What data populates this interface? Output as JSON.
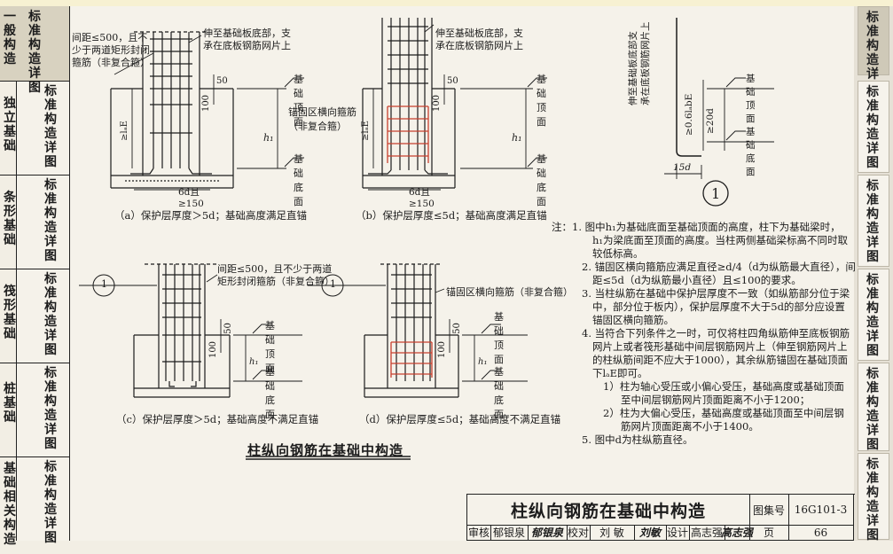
{
  "left_tabs": [
    {
      "category": "一般构造",
      "label": "标准构造详图",
      "active": true
    },
    {
      "category": "独立基础",
      "label": "标准构造详图"
    },
    {
      "category": "条形基础",
      "label": "标准构造详图"
    },
    {
      "category": "筏形基础",
      "label": "标准构造详图"
    },
    {
      "category": "桩基础",
      "label": "标准构造详图"
    },
    {
      "category": "基础相关构造",
      "label": "标准构造详图"
    }
  ],
  "right_tabs": [
    "标准构造详图",
    "标准构造详图",
    "标准构造详图",
    "标准构造详图",
    "标准构造详图",
    "标准构造详图"
  ],
  "detail_a": {
    "note_spacing": [
      "间距≤500，且不",
      "少于两道矩形封闭",
      "箍筋（非复合箍）"
    ],
    "note_extend": [
      "伸至基础板底部，支",
      "承在底板钢筋网片上"
    ],
    "top_label": "基础顶面",
    "bottom_label": "基础底面",
    "dim_50": "50",
    "dim_100": "100",
    "anchor": "≥lₐE",
    "h_label": "h₁",
    "bend_dim": "6d且≥150",
    "caption": "（a）保护层厚度＞5d；基础高度满足直锚"
  },
  "detail_b": {
    "note_extend": [
      "伸至基础板底部，支",
      "承在底板钢筋网片上"
    ],
    "note_anchor": [
      "锚固区横向箍筋",
      "（非复合箍）"
    ],
    "top_label": "基础顶面",
    "bottom_label": "基础底面",
    "dim_50": "50",
    "dim_100": "100",
    "anchor": "≥lₐE",
    "h_label": "h₁",
    "bend_dim": "6d且≥150",
    "caption": "（b）保护层厚度≤5d；基础高度满足直锚"
  },
  "detail_c": {
    "note_spacing": [
      "间距≤500，且不少于两道",
      "矩形封闭箍筋（非复合箍）"
    ],
    "section_mark": "1",
    "top_label": "基础顶面",
    "bottom_label": "基础底面",
    "dim_50": "50",
    "dim_100": "100",
    "h_label": "h₁",
    "caption": "（c）保护层厚度＞5d；基础高度不满足直锚"
  },
  "detail_d": {
    "note_anchor": "锚固区横向箍筋（非复合箍）",
    "section_mark": "1",
    "top_label": "基础顶面",
    "bottom_label": "基础底面",
    "dim_50": "50",
    "dim_100": "100",
    "h_label": "h₁",
    "caption": "（d）保护层厚度≤5d；基础高度不满足直锚"
  },
  "detail_1": {
    "vertical_note": [
      "伸至基础板底部支",
      "承在底板钢筋网片上"
    ],
    "dim_06": "≥0.6lₐbE",
    "dim_20d": "≥20d",
    "bend": "15d",
    "top_label": "基础顶面",
    "bottom_label": "基础底面",
    "circle": "1"
  },
  "main_title": "柱纵向钢筋在基础中构造",
  "notes": [
    "注：1. 图中h₁为基础底面至基础顶面的高度，柱下为基础梁时，",
    "h₁为梁底面至顶面的高度。当柱两侧基础梁标高不同时取",
    "较低标高。",
    "2. 锚固区横向箍筋应满足直径≥d/4（d为纵筋最大直径），间",
    "距≤5d（d为纵筋最小直径）且≤100的要求。",
    "3. 当柱纵筋在基础中保护层厚度不一致（如纵筋部分位于梁",
    "中，部分位于板内），保护层厚度不大于5d的部分应设置",
    "锚固区横向箍筋。",
    "4. 当符合下列条件之一时，可仅将柱四角纵筋伸至底板钢筋",
    "网片上或者筏形基础中间层钢筋网片上（伸至钢筋网片上",
    "的柱纵筋间距不应大于1000），其余纵筋锚固在基础顶面",
    "下lₐE即可。",
    "1）柱为轴心受压或小偏心受压，基础高度或基础顶面",
    "至中间层钢筋网片顶面距离不小于1200；",
    "2）柱为大偏心受压，基础高度或基础顶面至中间层钢",
    "筋网片顶面距离不小于1400。",
    "5. 图中d为柱纵筋直径。"
  ],
  "title_block": {
    "title": "柱纵向钢筋在基础中构造",
    "atlas_label": "图集号",
    "atlas_no": "16G101-3",
    "review_label": "审核",
    "reviewer": "郁银泉",
    "reviewer_sig": "郁银泉",
    "check_label": "校对",
    "checker": "刘 敏",
    "checker_sig": "刘敏",
    "design_label": "设计",
    "designer": "高志强",
    "designer_sig": "高志强",
    "page_label": "页",
    "page_no": "66"
  },
  "colors": {
    "stirrup_red": "#c8402e",
    "line": "#1c1c1c",
    "paper": "#f5f2ea"
  }
}
